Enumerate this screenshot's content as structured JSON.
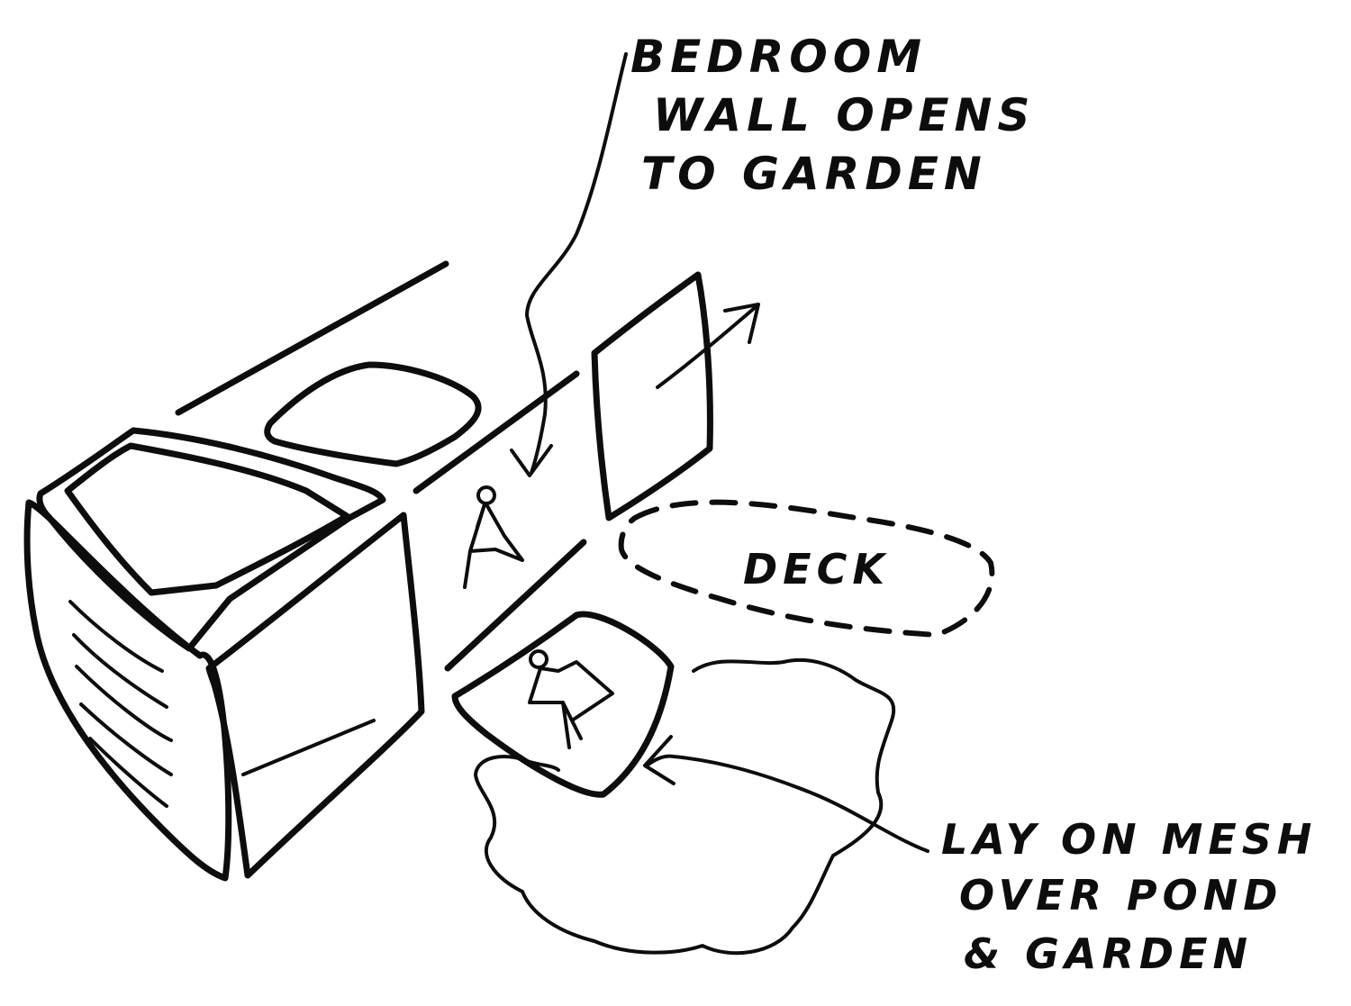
{
  "annotations": {
    "bedroom_wall": [
      "BEDROOM",
      "WALL OPENS",
      "TO GARDEN"
    ],
    "deck": "DECK",
    "mesh": [
      "LAY ON MESH",
      "OVER POND",
      "& GARDEN"
    ]
  },
  "colors": {
    "ink": "#0d0d0d",
    "paper": "#ffffff"
  }
}
